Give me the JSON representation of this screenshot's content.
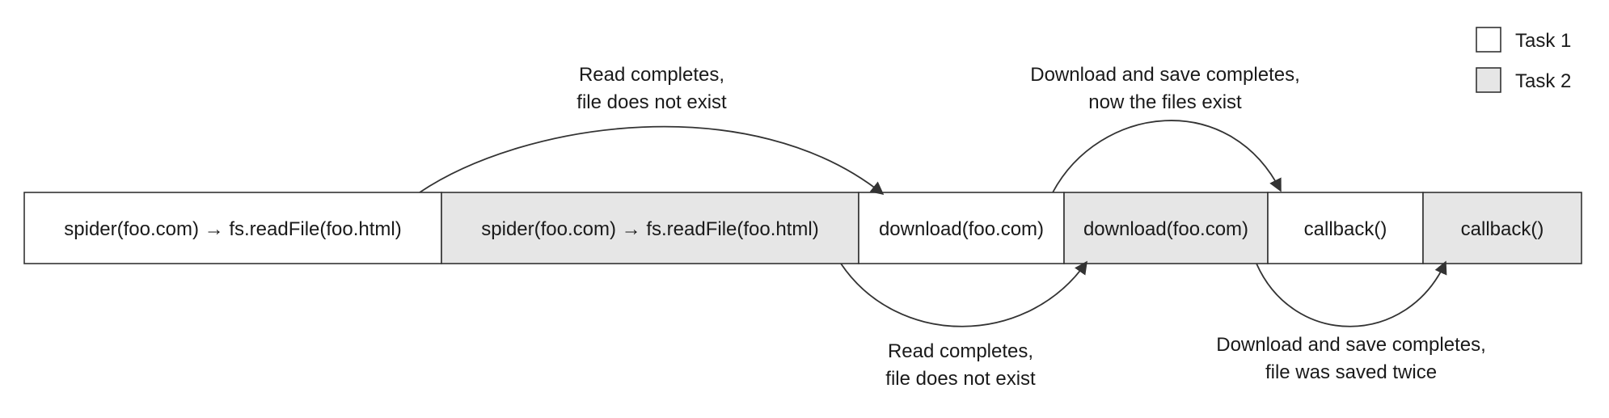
{
  "colors": {
    "task1_fill": "#ffffff",
    "task2_fill": "#e6e6e6",
    "stroke": "#333333",
    "text": "#1a1a1a"
  },
  "legend": [
    {
      "label": "Task 1",
      "task": 1
    },
    {
      "label": "Task 2",
      "task": 2
    }
  ],
  "timeline": [
    {
      "label": "spider(foo.com) → fs.readFile(foo.html)",
      "task": 1
    },
    {
      "label": "spider(foo.com) → fs.readFile(foo.html)",
      "task": 2
    },
    {
      "label": "download(foo.com)",
      "task": 1
    },
    {
      "label": "download(foo.com)",
      "task": 2
    },
    {
      "label": "callback()",
      "task": 1
    },
    {
      "label": "callback()",
      "task": 2
    }
  ],
  "annotations": [
    {
      "lines": [
        "Read completes,",
        "file does not exist"
      ]
    },
    {
      "lines": [
        "Download and save completes,",
        "now the files exist"
      ]
    },
    {
      "lines": [
        "Read completes,",
        "file does not exist"
      ]
    },
    {
      "lines": [
        "Download and save completes,",
        "file was saved twice"
      ]
    }
  ]
}
